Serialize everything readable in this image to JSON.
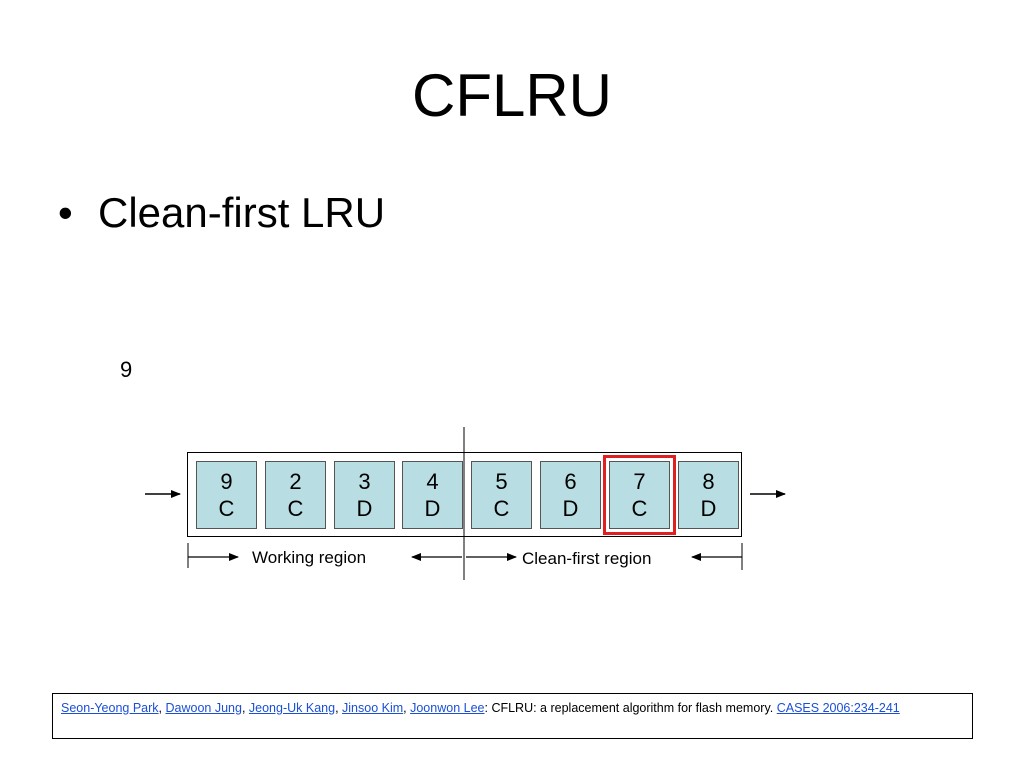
{
  "slide": {
    "title": "CFLRU",
    "bullets": [
      "Clean-first LRU"
    ]
  },
  "diagram": {
    "incoming_page": "9",
    "pages": [
      {
        "num": "9",
        "state": "C",
        "victim": false
      },
      {
        "num": "2",
        "state": "C",
        "victim": false
      },
      {
        "num": "3",
        "state": "D",
        "victim": false
      },
      {
        "num": "4",
        "state": "D",
        "victim": false
      },
      {
        "num": "5",
        "state": "C",
        "victim": false
      },
      {
        "num": "6",
        "state": "D",
        "victim": false
      },
      {
        "num": "7",
        "state": "C",
        "victim": true
      },
      {
        "num": "8",
        "state": "D",
        "victim": false
      }
    ],
    "working_region_label": "Working region",
    "clean_first_region_label": "Clean-first region",
    "highlight_color": "#e02020",
    "page_fill_color": "#b8dde2"
  },
  "citation": {
    "authors": [
      "Seon-Yeong Park",
      "Dawoon Jung",
      "Jeong-Uk Kang",
      "Jinsoo Kim",
      "Joonwon Lee"
    ],
    "separator": ", ",
    "colon": ": ",
    "title_text": "CFLRU: a replacement algorithm for flash memory. ",
    "venue": "CASES 2006:234-241",
    "link_color": "#1a4fd6"
  }
}
